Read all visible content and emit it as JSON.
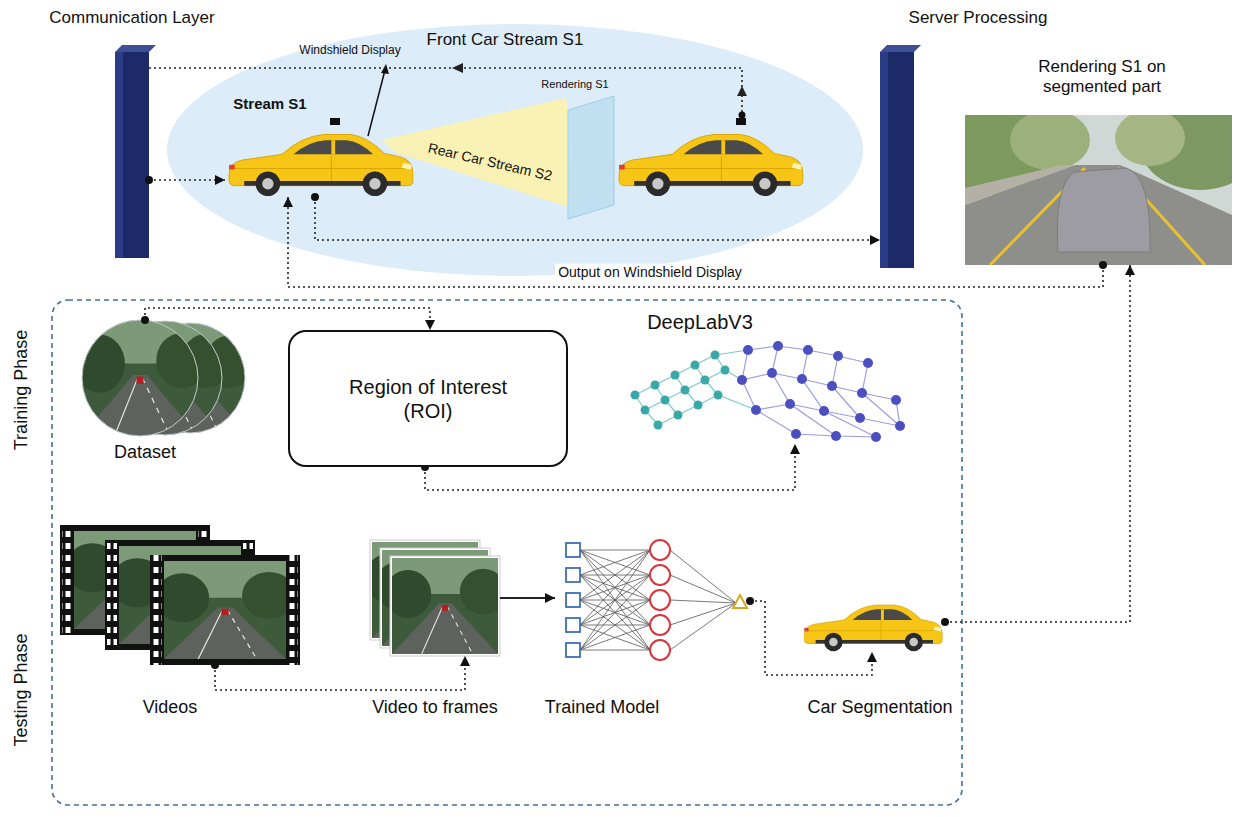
{
  "diagram": {
    "nodes": [
      {
        "text": [
          "Communication Layer"
        ]
      },
      {
        "text": [
          "Stream S1"
        ]
      },
      {
        "text": [
          "Rendering S1"
        ]
      },
      {
        "text": [
          "Server Processing"
        ]
      },
      {
        "text": [
          "Rendering S1 on segmented part"
        ]
      },
      {
        "text": [
          "Training Phase",
          "Testing Phase"
        ]
      },
      {
        "text": [
          "Dataset"
        ],
        "in": 5
      },
      {
        "text": [
          "Region of Interest (ROI)"
        ],
        "in": 5
      },
      {
        "text": [
          "DeepLabV3"
        ],
        "in": 5
      },
      {
        "text": [
          "Videos"
        ],
        "in": 5
      },
      {
        "text": [
          "Video to frames"
        ],
        "in": 5
      },
      {
        "text": [
          "Trained Model"
        ],
        "in": 5
      },
      {
        "text": [
          "Car Segmentation"
        ],
        "in": 5
      }
    ],
    "edges": [
      {
        "from": 0,
        "to": 1,
        "arrow": "to"
      },
      {
        "from": 1,
        "to": 3,
        "arrow": "to"
      },
      {
        "from": 4,
        "to": 1,
        "label": "Output on Windshield Display",
        "arrow": "to"
      },
      {
        "from": 6,
        "to": 7,
        "arrow": "to"
      },
      {
        "from": 7,
        "to": 8,
        "arrow": "to"
      },
      {
        "from": 9,
        "to": 10,
        "arrow": "to"
      },
      {
        "from": 10,
        "to": 11,
        "arrow": "to"
      },
      {
        "from": 11,
        "to": 12,
        "arrow": "to"
      },
      {
        "from": 12,
        "to": 4,
        "arrow": "to"
      }
    ],
    "labels": [
      "Front Car Stream S1",
      "Windshield Display",
      "Rear Car Stream S2"
    ]
  }
}
